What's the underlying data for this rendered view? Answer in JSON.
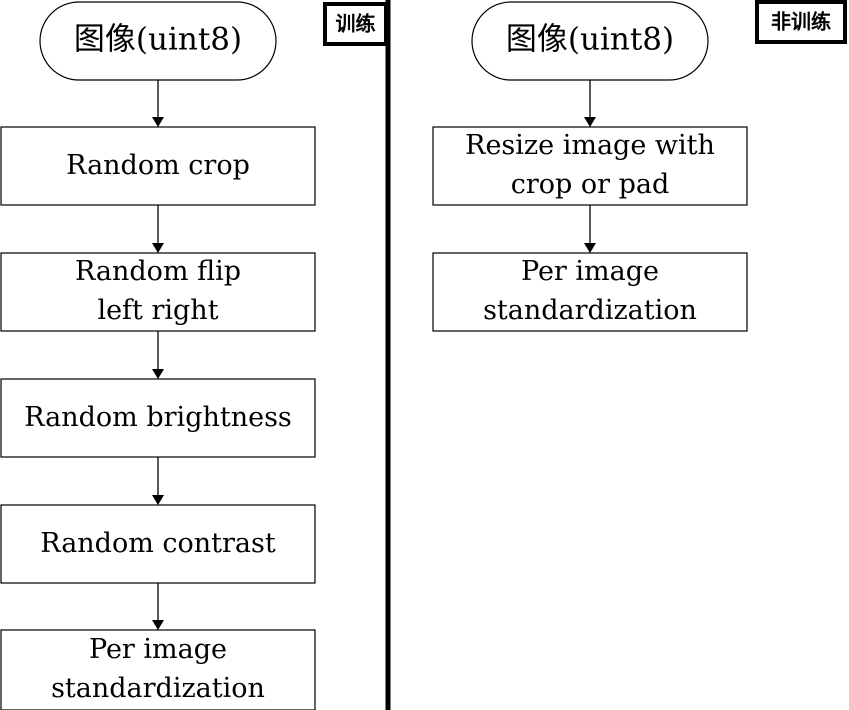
{
  "training": {
    "label": "训练",
    "start": "图像(uint8)",
    "steps": [
      {
        "lines": [
          "Random crop"
        ]
      },
      {
        "lines": [
          "Random flip",
          "left right"
        ]
      },
      {
        "lines": [
          "Random brightness"
        ]
      },
      {
        "lines": [
          "Random contrast"
        ]
      },
      {
        "lines": [
          "Per image",
          "standardization"
        ]
      }
    ]
  },
  "inference": {
    "label": "非训练",
    "start": "图像(uint8)",
    "steps": [
      {
        "lines": [
          "Resize image with",
          "crop or pad"
        ]
      },
      {
        "lines": [
          "Per image",
          "standardization"
        ]
      }
    ]
  }
}
